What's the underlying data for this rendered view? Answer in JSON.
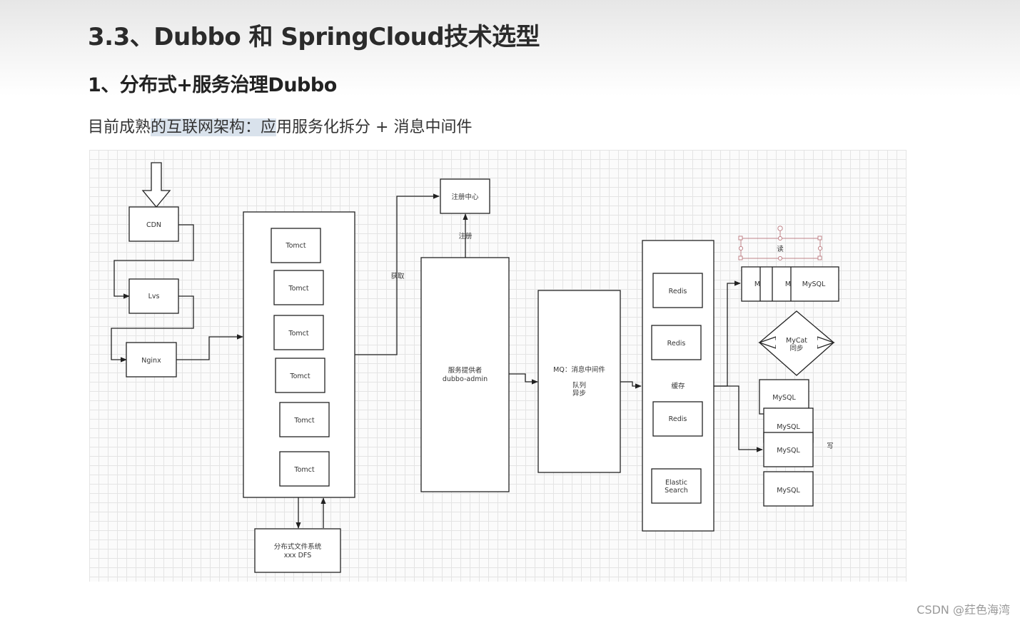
{
  "doc": {
    "title": "3.3、Dubbo 和 SpringCloud技术选型",
    "subtitle": "1、分布式+服务治理Dubbo",
    "lead_plain": "目前成熟",
    "lead_highlight": "的互联网架构：应",
    "lead_rest": "用服务化拆分 + 消息中间件"
  },
  "diagram": {
    "cdn": "CDN",
    "lvs": "Lvs",
    "nginx": "Nginx",
    "tomcat": "Tomct",
    "dfs_line1": "分布式文件系统",
    "dfs_line2": "xxx DFS",
    "registry": "注册中心",
    "register_label": "注册",
    "fetch_label": "获取",
    "provider_line1": "服务提供者",
    "provider_line2": "dubbo-admin",
    "mq_line1": "MQ：消息中间件",
    "mq_line2": "队列",
    "mq_line3": "异步",
    "cache_label": "缓存",
    "redis": "Redis",
    "es_line1": "Elastic",
    "es_line2": "Search",
    "read_label": "读",
    "m": "M",
    "mysql_a": "MySQL",
    "mysql_b": "MySQL",
    "mycat_line1": "MyCat",
    "mycat_line2": "同步",
    "write_label": "写"
  },
  "footer": {
    "watermark": "CSDN @荭色海湾"
  }
}
